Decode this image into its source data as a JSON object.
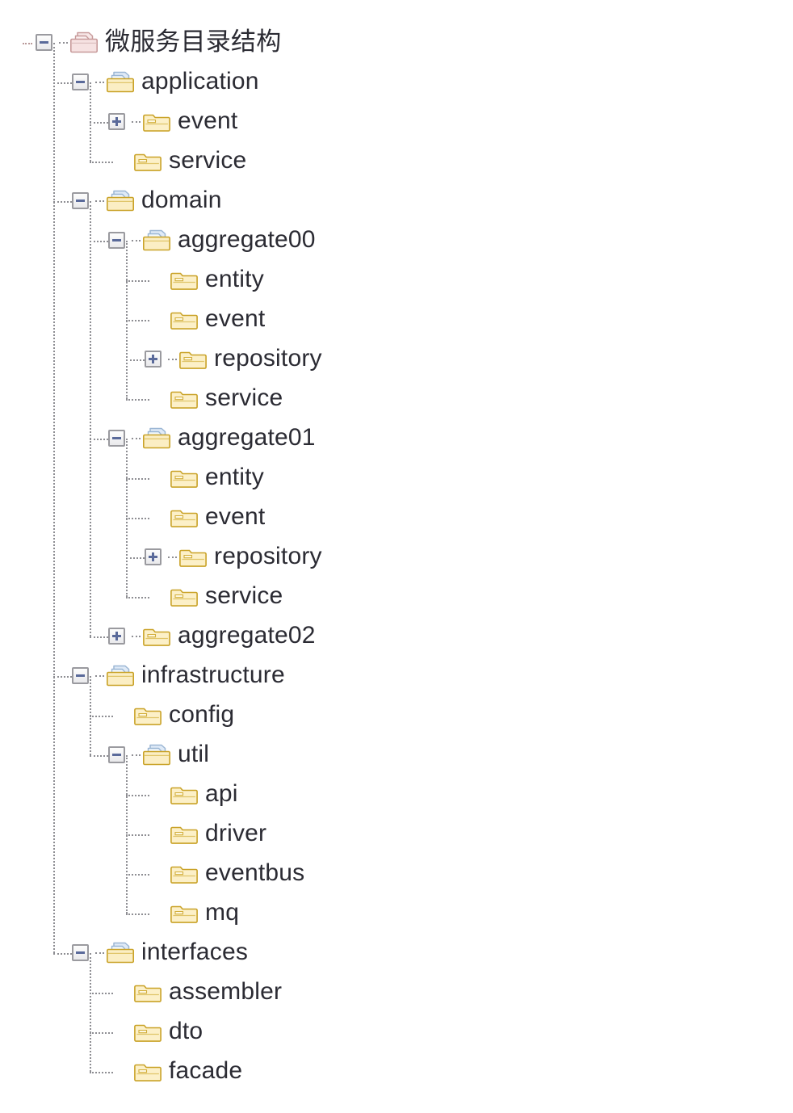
{
  "diagram": {
    "title": "微服务目录结构",
    "type": "directory-tree",
    "colors": {
      "text": "#2b2b33",
      "connector": "#8e8e93",
      "folder_fill": "#fdf3cf",
      "folder_border": "#c9a227",
      "folder_open_paper": "#dce9f5",
      "root_folder_fill": "#f2dede",
      "root_folder_border": "#c79a9a",
      "toggle_border": "#9a9a9f",
      "toggle_glyph": "#5a6a9a"
    },
    "root": {
      "label": "微服务目录结构",
      "icon": "folder-open-root-icon",
      "state": "expanded",
      "children": [
        {
          "label": "application",
          "icon": "folder-open-icon",
          "state": "expanded",
          "children": [
            {
              "label": "event",
              "icon": "folder-closed-icon",
              "state": "collapsed",
              "children": []
            },
            {
              "label": "service",
              "icon": "folder-closed-icon",
              "state": "leaf",
              "children": []
            }
          ]
        },
        {
          "label": "domain",
          "icon": "folder-open-icon",
          "state": "expanded",
          "children": [
            {
              "label": "aggregate00",
              "icon": "folder-open-icon",
              "state": "expanded",
              "children": [
                {
                  "label": "entity",
                  "icon": "folder-closed-icon",
                  "state": "leaf",
                  "children": []
                },
                {
                  "label": "event",
                  "icon": "folder-closed-icon",
                  "state": "leaf",
                  "children": []
                },
                {
                  "label": "repository",
                  "icon": "folder-closed-icon",
                  "state": "collapsed",
                  "children": []
                },
                {
                  "label": "service",
                  "icon": "folder-closed-icon",
                  "state": "leaf",
                  "children": []
                }
              ]
            },
            {
              "label": "aggregate01",
              "icon": "folder-open-icon",
              "state": "expanded",
              "children": [
                {
                  "label": "entity",
                  "icon": "folder-closed-icon",
                  "state": "leaf",
                  "children": []
                },
                {
                  "label": "event",
                  "icon": "folder-closed-icon",
                  "state": "leaf",
                  "children": []
                },
                {
                  "label": "repository",
                  "icon": "folder-closed-icon",
                  "state": "collapsed",
                  "children": []
                },
                {
                  "label": "service",
                  "icon": "folder-closed-icon",
                  "state": "leaf",
                  "children": []
                }
              ]
            },
            {
              "label": "aggregate02",
              "icon": "folder-closed-icon",
              "state": "collapsed",
              "children": []
            }
          ]
        },
        {
          "label": "infrastructure",
          "icon": "folder-open-icon",
          "state": "expanded",
          "children": [
            {
              "label": "config",
              "icon": "folder-closed-icon",
              "state": "leaf",
              "children": []
            },
            {
              "label": "util",
              "icon": "folder-open-icon",
              "state": "expanded",
              "children": [
                {
                  "label": "api",
                  "icon": "folder-closed-icon",
                  "state": "leaf",
                  "children": []
                },
                {
                  "label": "driver",
                  "icon": "folder-closed-icon",
                  "state": "leaf",
                  "children": []
                },
                {
                  "label": "eventbus",
                  "icon": "folder-closed-icon",
                  "state": "leaf",
                  "children": []
                },
                {
                  "label": "mq",
                  "icon": "folder-closed-icon",
                  "state": "leaf",
                  "children": []
                }
              ]
            }
          ]
        },
        {
          "label": "interfaces",
          "icon": "folder-open-icon",
          "state": "expanded",
          "children": [
            {
              "label": "assembler",
              "icon": "folder-closed-icon",
              "state": "leaf",
              "children": []
            },
            {
              "label": "dto",
              "icon": "folder-closed-icon",
              "state": "leaf",
              "children": []
            },
            {
              "label": "facade",
              "icon": "folder-closed-icon",
              "state": "leaf",
              "children": []
            }
          ]
        }
      ]
    }
  }
}
